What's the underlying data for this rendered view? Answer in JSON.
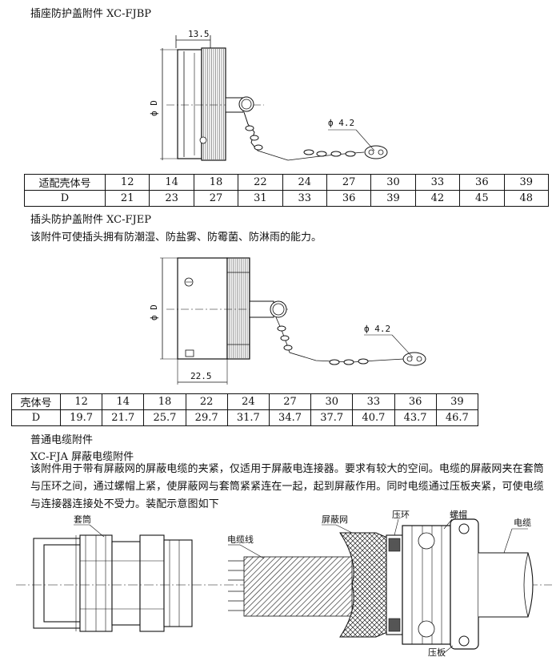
{
  "socket_cap": {
    "title": "插座防护盖附件 XC-FJBP",
    "dim_length": "13.5",
    "dim_diameter": "ф D",
    "dim_hole": "ф 4.2",
    "table": {
      "row1_header": "适配壳体号",
      "row2_header": "D",
      "sizes": [
        "12",
        "14",
        "18",
        "22",
        "24",
        "27",
        "30",
        "33",
        "36",
        "39"
      ],
      "d_values": [
        "21",
        "23",
        "27",
        "31",
        "33",
        "36",
        "39",
        "42",
        "45",
        "48"
      ]
    }
  },
  "plug_cap": {
    "title": "插头防护盖附件 XC-FJEP",
    "description": "该附件可使插头拥有防潮湿、防盐雾、防霉菌、防淋雨的能力。",
    "dim_diameter": "ф D",
    "dim_hole": "ф 4.2",
    "dim_length": "22.5",
    "table": {
      "row1_header": "壳体号",
      "row2_header": "D",
      "sizes": [
        "12",
        "14",
        "18",
        "22",
        "24",
        "27",
        "30",
        "33",
        "36",
        "39"
      ],
      "d_values": [
        "19.7",
        "21.7",
        "25.7",
        "29.7",
        "31.7",
        "34.7",
        "37.7",
        "40.7",
        "43.7",
        "46.7"
      ]
    }
  },
  "cable": {
    "heading1": "普通电缆附件",
    "heading2": "XC-FJA 屏蔽电缆附件",
    "paragraph": "该附件用于带有屏蔽网的屏蔽电缆的夹紧，仅适用于屏蔽电连接器。要求有较大的空间。电缆的屏蔽网夹在套筒与压环之间，通过螺帽上紧，使屏蔽网与套筒紧紧连在一起，起到屏蔽作用。同时电缆通过压板夹紧，可使电缆与连接器连接处不受力。装配示意图如下",
    "labels": {
      "sleeve": "套筒",
      "wire": "电缆线",
      "shield": "屏蔽网",
      "ring": "压环",
      "nut": "螺帽",
      "cable": "电缆",
      "plate": "压板"
    }
  }
}
